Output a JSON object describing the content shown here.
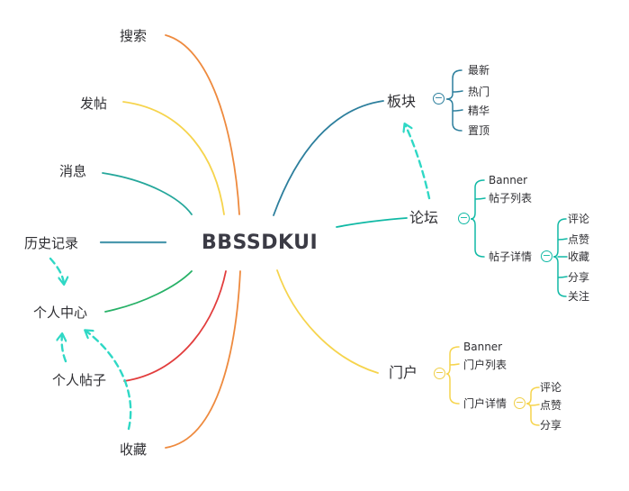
{
  "mindmap": {
    "root_label": "BBSSDKUI",
    "toggle_glyph": "−",
    "left_branches": [
      {
        "label": "搜索"
      },
      {
        "label": "发帖"
      },
      {
        "label": "消息"
      },
      {
        "label": "历史记录"
      },
      {
        "label": "个人中心"
      },
      {
        "label": "个人帖子"
      },
      {
        "label": "收藏"
      }
    ],
    "right_branches": [
      {
        "label": "板块",
        "children": [
          {
            "label": "最新"
          },
          {
            "label": "热门"
          },
          {
            "label": "精华"
          },
          {
            "label": "置顶"
          }
        ]
      },
      {
        "label": "论坛",
        "children": [
          {
            "label": "Banner"
          },
          {
            "label": "帖子列表"
          },
          {
            "label": "帖子详情",
            "children": [
              {
                "label": "评论"
              },
              {
                "label": "点赞"
              },
              {
                "label": "收藏"
              },
              {
                "label": "分享"
              },
              {
                "label": "关注"
              }
            ]
          }
        ]
      },
      {
        "label": "门户",
        "children": [
          {
            "label": "Banner"
          },
          {
            "label": "门户列表"
          },
          {
            "label": "门户详情",
            "children": [
              {
                "label": "评论"
              },
              {
                "label": "点赞"
              },
              {
                "label": "分享"
              }
            ]
          }
        ]
      }
    ],
    "colors": {
      "search_branch": "#ee8a3e",
      "post_branch": "#f6d44d",
      "message_branch": "#25a79b",
      "history_branch": "#4c99ae",
      "profile_branch": "#27b167",
      "my_posts_branch": "#e23d3d",
      "favorites_branch": "#ee8a3e",
      "sections_branch": "#2d7f9d",
      "forum_branch": "#10b9a5",
      "portal_branch": "#f6d44d",
      "link_arrows": "#2fd8c5",
      "title_text": "#3b3b45",
      "node_text": "#2f2f33"
    }
  }
}
